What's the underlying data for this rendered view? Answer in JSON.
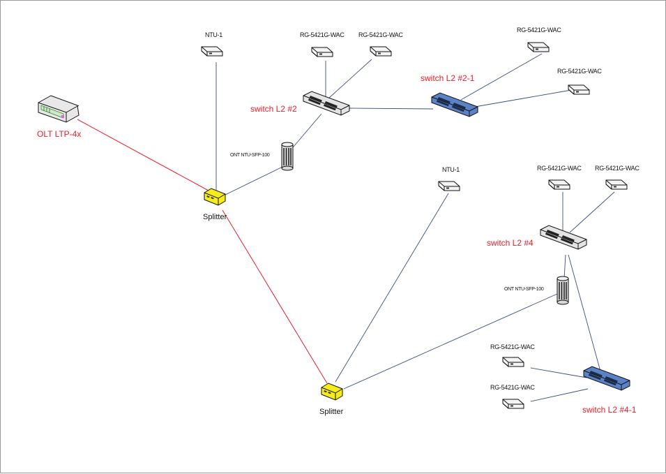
{
  "colors": {
    "red_label": "#e8202a",
    "red_link": "#e8202a",
    "blue_link": "#3a4d7a",
    "splitter_fill": "#f5ec1a",
    "l2_blue_fill": "#5b82c4",
    "device_fill": "#f4f4f4"
  },
  "nodes": {
    "olt": "OLT LTP-4x",
    "splitter_1": "Splitter",
    "splitter_2": "Splitter",
    "ntu_top": "NTU-1",
    "ntu_mid": "NTU-1",
    "ont_1": "ONT NTU-SFP-100",
    "ont_2": "ONT NTU-SFP-100",
    "switch_2": "switch L2 #2",
    "switch_2_1": "switch L2 #2-1",
    "switch_4": "switch L2 #4",
    "switch_4_1": "switch L2 #4-1",
    "rg_2a": "RG-5421G-WAC",
    "rg_2b": "RG-5421G-WAC",
    "rg_21a": "RG-5421G-WAC",
    "rg_21b": "RG-5421G-WAC",
    "rg_4a": "RG-5421G-WAC",
    "rg_4b": "RG-5421G-WAC",
    "rg_41a": "RG-5421G-WAC",
    "rg_41b": "RG-5421G-WAC"
  }
}
